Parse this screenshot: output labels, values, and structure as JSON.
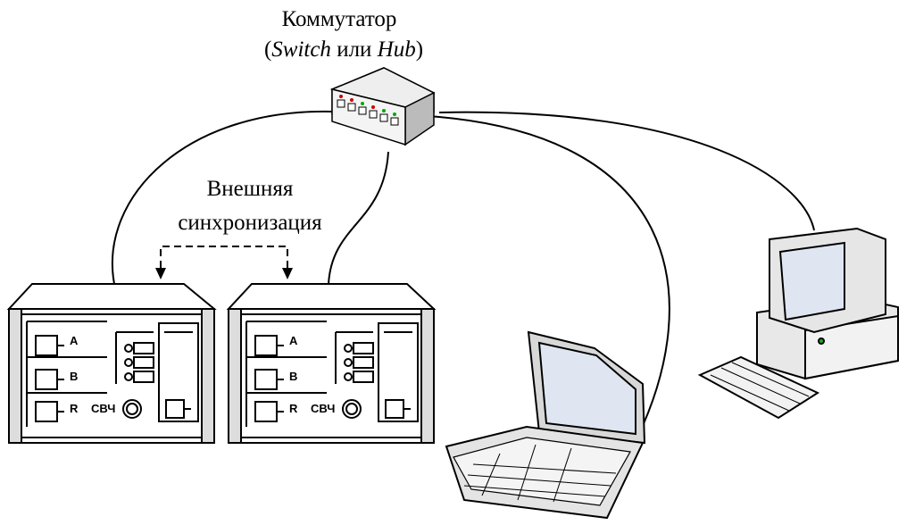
{
  "switch_label": {
    "line1": "Коммутатор",
    "line2_open": "(",
    "line2_switch": "Switch",
    "line2_mid": " или ",
    "line2_hub": "Hub",
    "line2_close": ")"
  },
  "sync_label": {
    "line1": "Внешняя",
    "line2": "синхронизация"
  },
  "instrument": {
    "port_a": "A",
    "port_b": "B",
    "port_r": "R",
    "rf": "СВЧ"
  }
}
